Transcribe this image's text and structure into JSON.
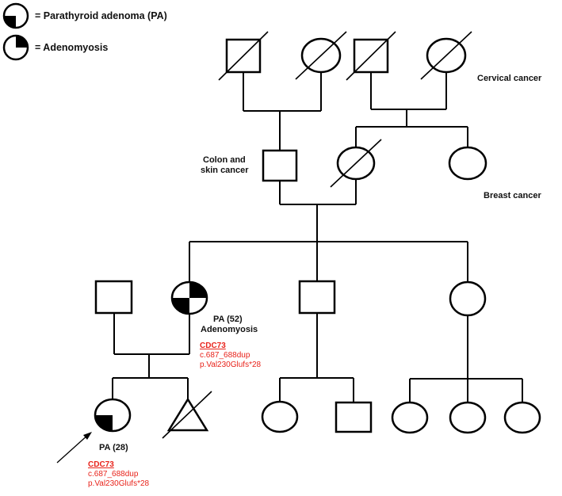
{
  "legend": {
    "parathyroid": "= Parathyroid adenoma (PA)",
    "adenomyosis": "= Adenomyosis"
  },
  "labels": {
    "cervical": "Cervical cancer",
    "colon_line1": "Colon and",
    "colon_line2": "skin cancer",
    "breast": "Breast cancer",
    "mother_line1": "PA (52)",
    "mother_line2": "Adenomyosis",
    "proband": "PA (28)"
  },
  "mother_variant": {
    "gene": "CDC73",
    "cdna": "c.687_688dup",
    "protein": "p.Val230Glufs*28"
  },
  "proband_variant": {
    "gene": "CDC73",
    "cdna": "c.687_688dup",
    "protein": "p.Val230Glufs*28"
  },
  "colors": {
    "lines": "#000000",
    "variant_text": "#e8231b"
  }
}
